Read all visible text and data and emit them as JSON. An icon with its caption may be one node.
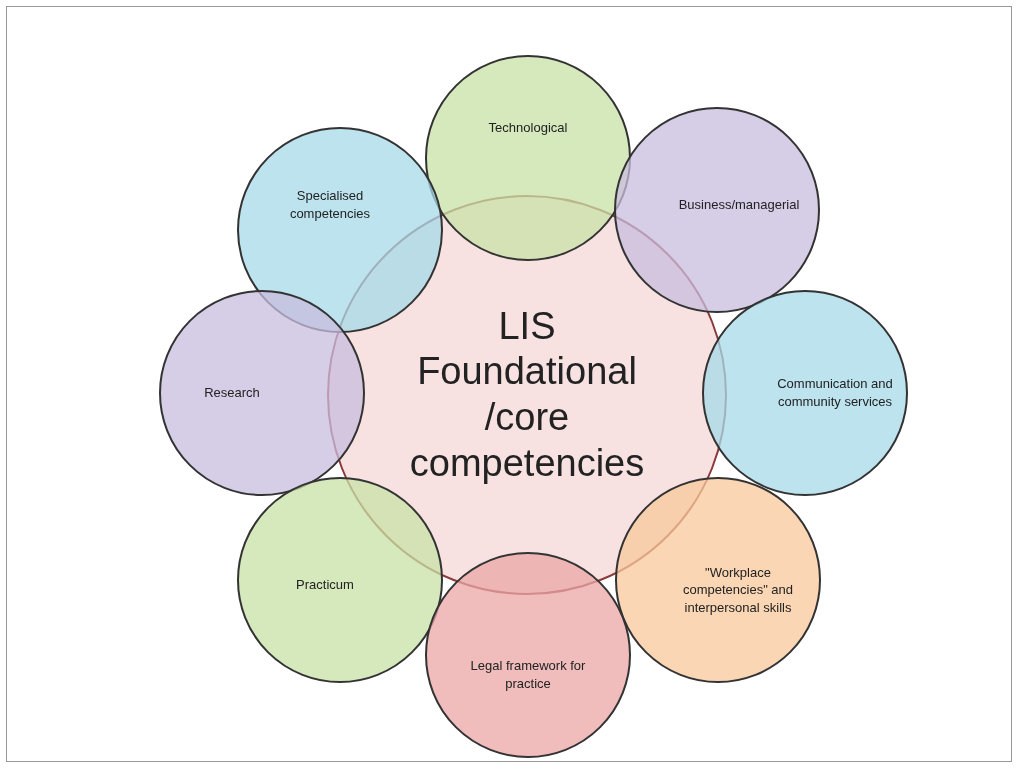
{
  "diagram": {
    "nodes": [
      {
        "text": [
          "LIS Foundational /core competencies"
        ]
      },
      {
        "text": [
          "Technological"
        ]
      },
      {
        "text": [
          "Specialised competencies"
        ]
      },
      {
        "text": [
          "Business/managerial"
        ]
      },
      {
        "text": [
          "Research"
        ]
      },
      {
        "text": [
          "Communication and community services"
        ]
      },
      {
        "text": [
          "Practicum"
        ]
      },
      {
        "text": [
          "\"Workplace competencies\" and interpersonal skills"
        ]
      },
      {
        "text": [
          "Legal framework for practice"
        ]
      }
    ]
  }
}
